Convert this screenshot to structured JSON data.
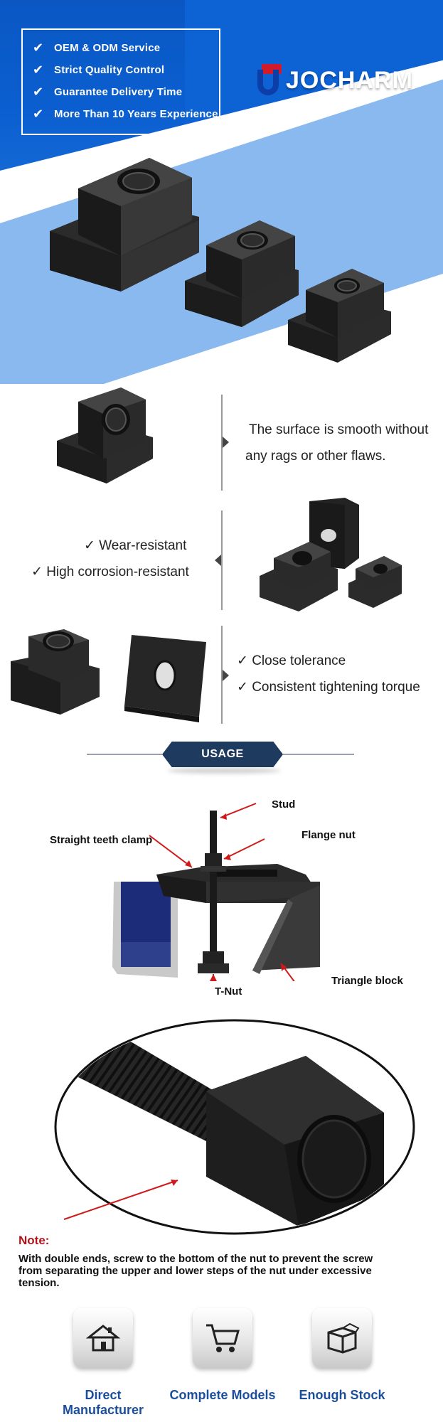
{
  "hero": {
    "features": [
      "OEM & ODM Service",
      "Strict Quality Control",
      "Guarantee Delivery Time",
      "More Than 10 Years Experience"
    ],
    "brand": "JOCHARM"
  },
  "rows": {
    "surface_line1": "The surface is smooth without",
    "surface_line2": "any rags or other flaws.",
    "wear": "Wear-resistant",
    "corrosion": "High corrosion-resistant",
    "tolerance": "Close tolerance",
    "torque": "Consistent tightening torque",
    "check_glyph": "✓"
  },
  "usage": {
    "banner": "USAGE",
    "labels": {
      "stud": "Stud",
      "flange_nut": "Flange nut",
      "clamp": "Straight teeth clamp",
      "tnut": "T-Nut",
      "triangle": "Triangle block"
    }
  },
  "note": {
    "title": "Note:",
    "text": "With double ends, screw to the bottom of the nut to prevent the screw from separating the upper and lower steps of the nut under excessive tension."
  },
  "bottom": [
    {
      "label": "Direct Manufacturer",
      "icon": "house-icon"
    },
    {
      "label": "Complete Models",
      "icon": "cart-icon"
    },
    {
      "label": "Enough Stock",
      "icon": "box-icon"
    }
  ],
  "colors": {
    "hero_blue": "#0b5fd0",
    "brand_red": "#d21b2a",
    "brand_blue": "#0d3ea8",
    "note_red": "#b5121b",
    "bottom_label_blue": "#1b4f9c",
    "usage_badge": "#1e3a5f"
  }
}
